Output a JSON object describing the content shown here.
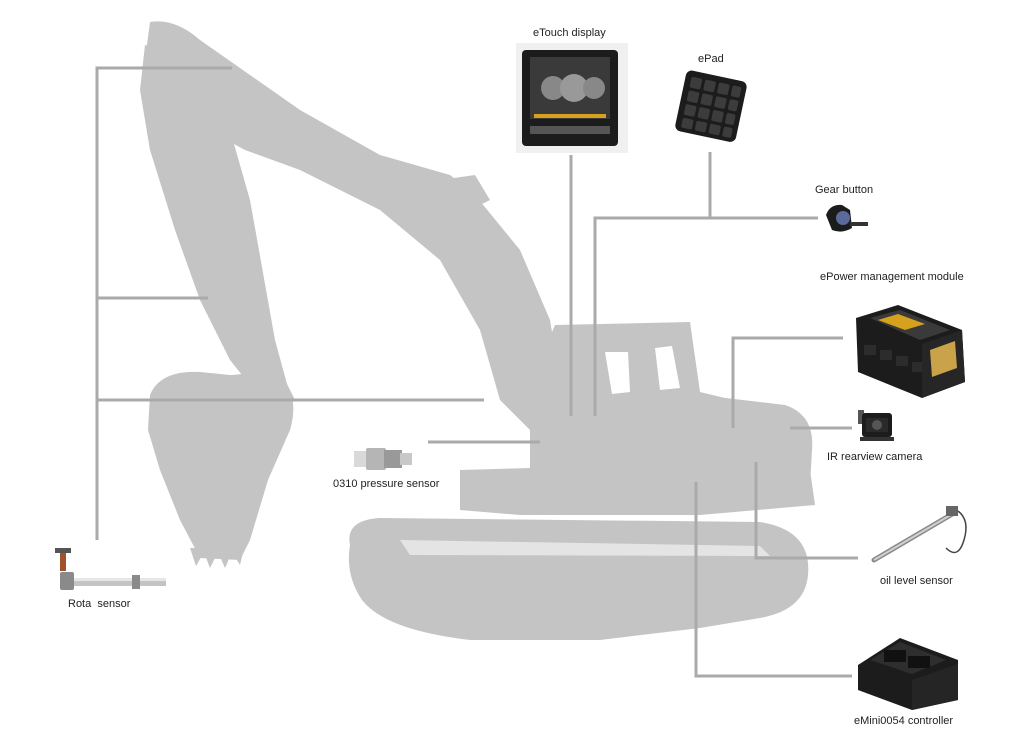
{
  "colors": {
    "background": "#ffffff",
    "silhouette": "#c4c4c4",
    "connector": "#aaaaaa",
    "device": "#1c1c1c",
    "accent": "#d6a21e"
  },
  "labels": {
    "etouch_display": "eTouch display",
    "epad": "ePad",
    "gear_button": "Gear button",
    "epower_module": "ePower management module",
    "ir_camera": "IR rearview camera",
    "pressure_sensor": "0310 pressure sensor",
    "oil_level_sensor": "oil level sensor",
    "rota_sensor": "Rota  sensor",
    "emini_controller": "eMini0054 controller"
  },
  "icons": {
    "excavator": "excavator-silhouette",
    "etouch_display": "touch-display-icon",
    "epad": "keypad-icon",
    "gear_button": "push-button-icon",
    "epower_module": "control-module-icon",
    "ir_camera": "camera-icon",
    "pressure_sensor": "pressure-sensor-icon",
    "oil_level_sensor": "dipstick-sensor-icon",
    "rota_sensor": "rotary-sensor-icon",
    "emini_controller": "controller-icon"
  }
}
